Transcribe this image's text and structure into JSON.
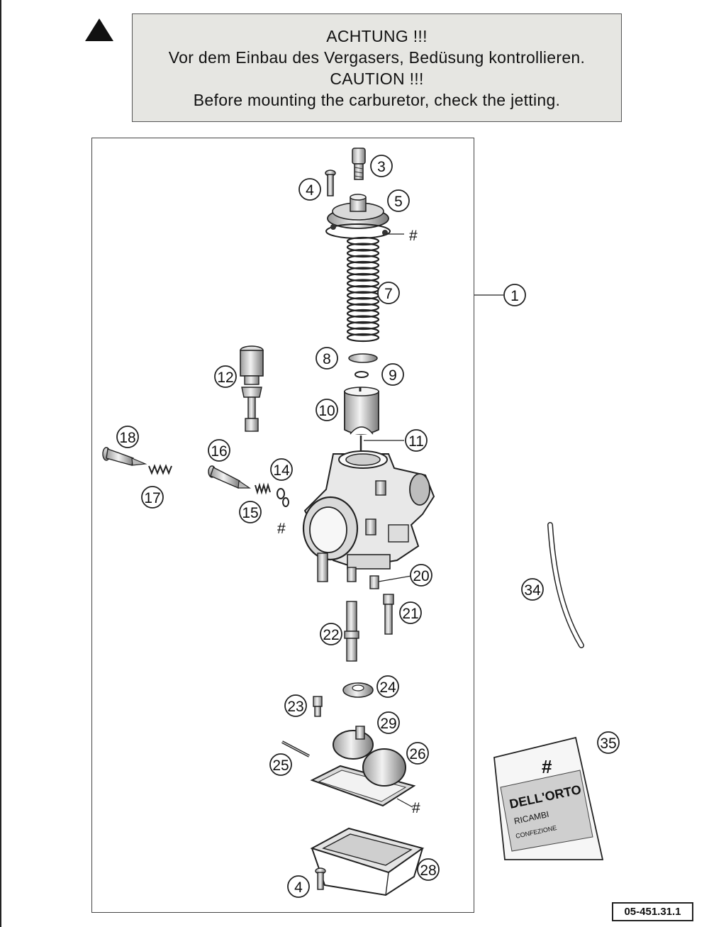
{
  "caution": {
    "warning_icon": "warning-triangle-icon",
    "line1": "ACHTUNG !!!",
    "line2": "Vor dem Einbau des Vergasers, Bedüsung kontrollieren.",
    "line3": "CAUTION !!!",
    "line4": "Before mounting the carburetor, check the jetting."
  },
  "callouts": {
    "c1": "1",
    "c3": "3",
    "c4a": "4",
    "c4b": "4",
    "c5": "5",
    "c7": "7",
    "c8": "8",
    "c9": "9",
    "c10": "10",
    "c11": "11",
    "c12": "12",
    "c14": "14",
    "c15": "15",
    "c16": "16",
    "c17": "17",
    "c18": "18",
    "c20": "20",
    "c21": "21",
    "c22": "22",
    "c23": "23",
    "c24": "24",
    "c25": "25",
    "c26": "26",
    "c28": "28",
    "c29": "29",
    "c34": "34",
    "c35": "35"
  },
  "hash_marks": {
    "h1": "#",
    "h2": "#",
    "h3": "#"
  },
  "bag": {
    "hash": "#",
    "brand": "DELL'ORTO",
    "sub": "RICAMBI",
    "line": "CONFEZIONE"
  },
  "doc_number": "05-451.31.1"
}
